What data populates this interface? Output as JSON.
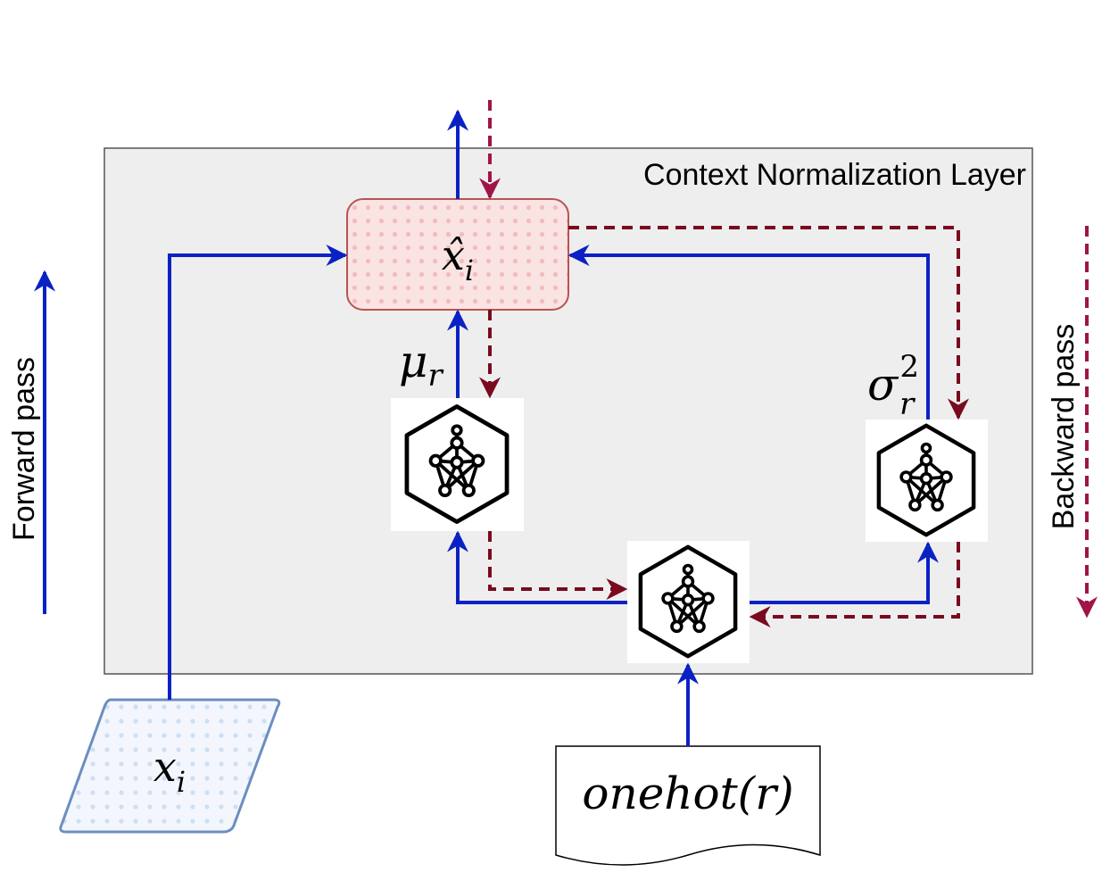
{
  "layer": {
    "title": "Context Normalization Layer"
  },
  "nodes": {
    "input": {
      "label": "x",
      "sub": "i"
    },
    "output": {
      "label": "x̂",
      "sub": "i"
    },
    "onehot": {
      "label": "onehot(r)"
    },
    "mean": {
      "label": "μ",
      "sub": "r"
    },
    "variance": {
      "label": "σ",
      "sub": "r",
      "sup": "2"
    }
  },
  "legend": {
    "forward": "Forward pass",
    "backward": "Backward pass"
  },
  "colors": {
    "forward": "#0a22c4",
    "backward": "#7a0a1e",
    "backward_legend": "#a0144a",
    "layer_fill": "#eeeeee",
    "output_fill": "#f8d7d7",
    "input_fill": "#e9f0fb"
  },
  "icons": {
    "network": "neural-network-hexagon-icon"
  }
}
